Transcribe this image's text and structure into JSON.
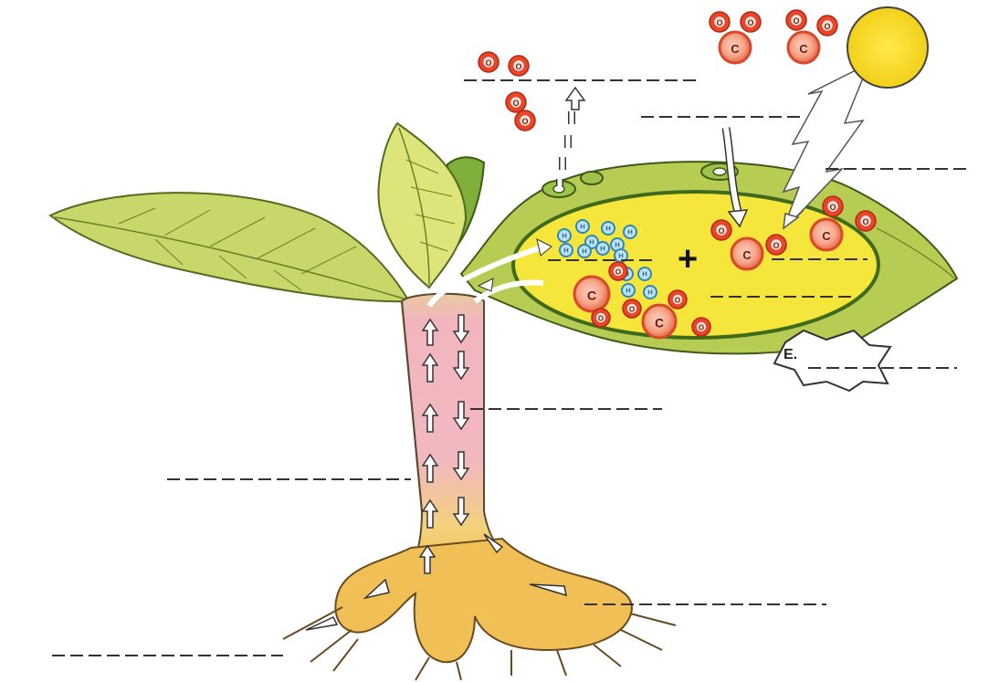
{
  "atoms": {
    "oxygen": "O",
    "carbon": "C",
    "hydrogen": "H"
  },
  "plus_sign": "+",
  "energy_label": "E.",
  "colors": {
    "leaf": "#b9cf58",
    "leaf_dark": "#8fae3a",
    "chloroplast": "#f6e63c",
    "stem_pink": "#f2b8c0",
    "stem_yellow": "#f3cf6a",
    "root": "#f0bf55",
    "sun": "#f7dd1f",
    "oxygen_atom": "#e8452a",
    "carbon_atom": "#f08060",
    "hydrogen_atom": "#59a9d6"
  }
}
